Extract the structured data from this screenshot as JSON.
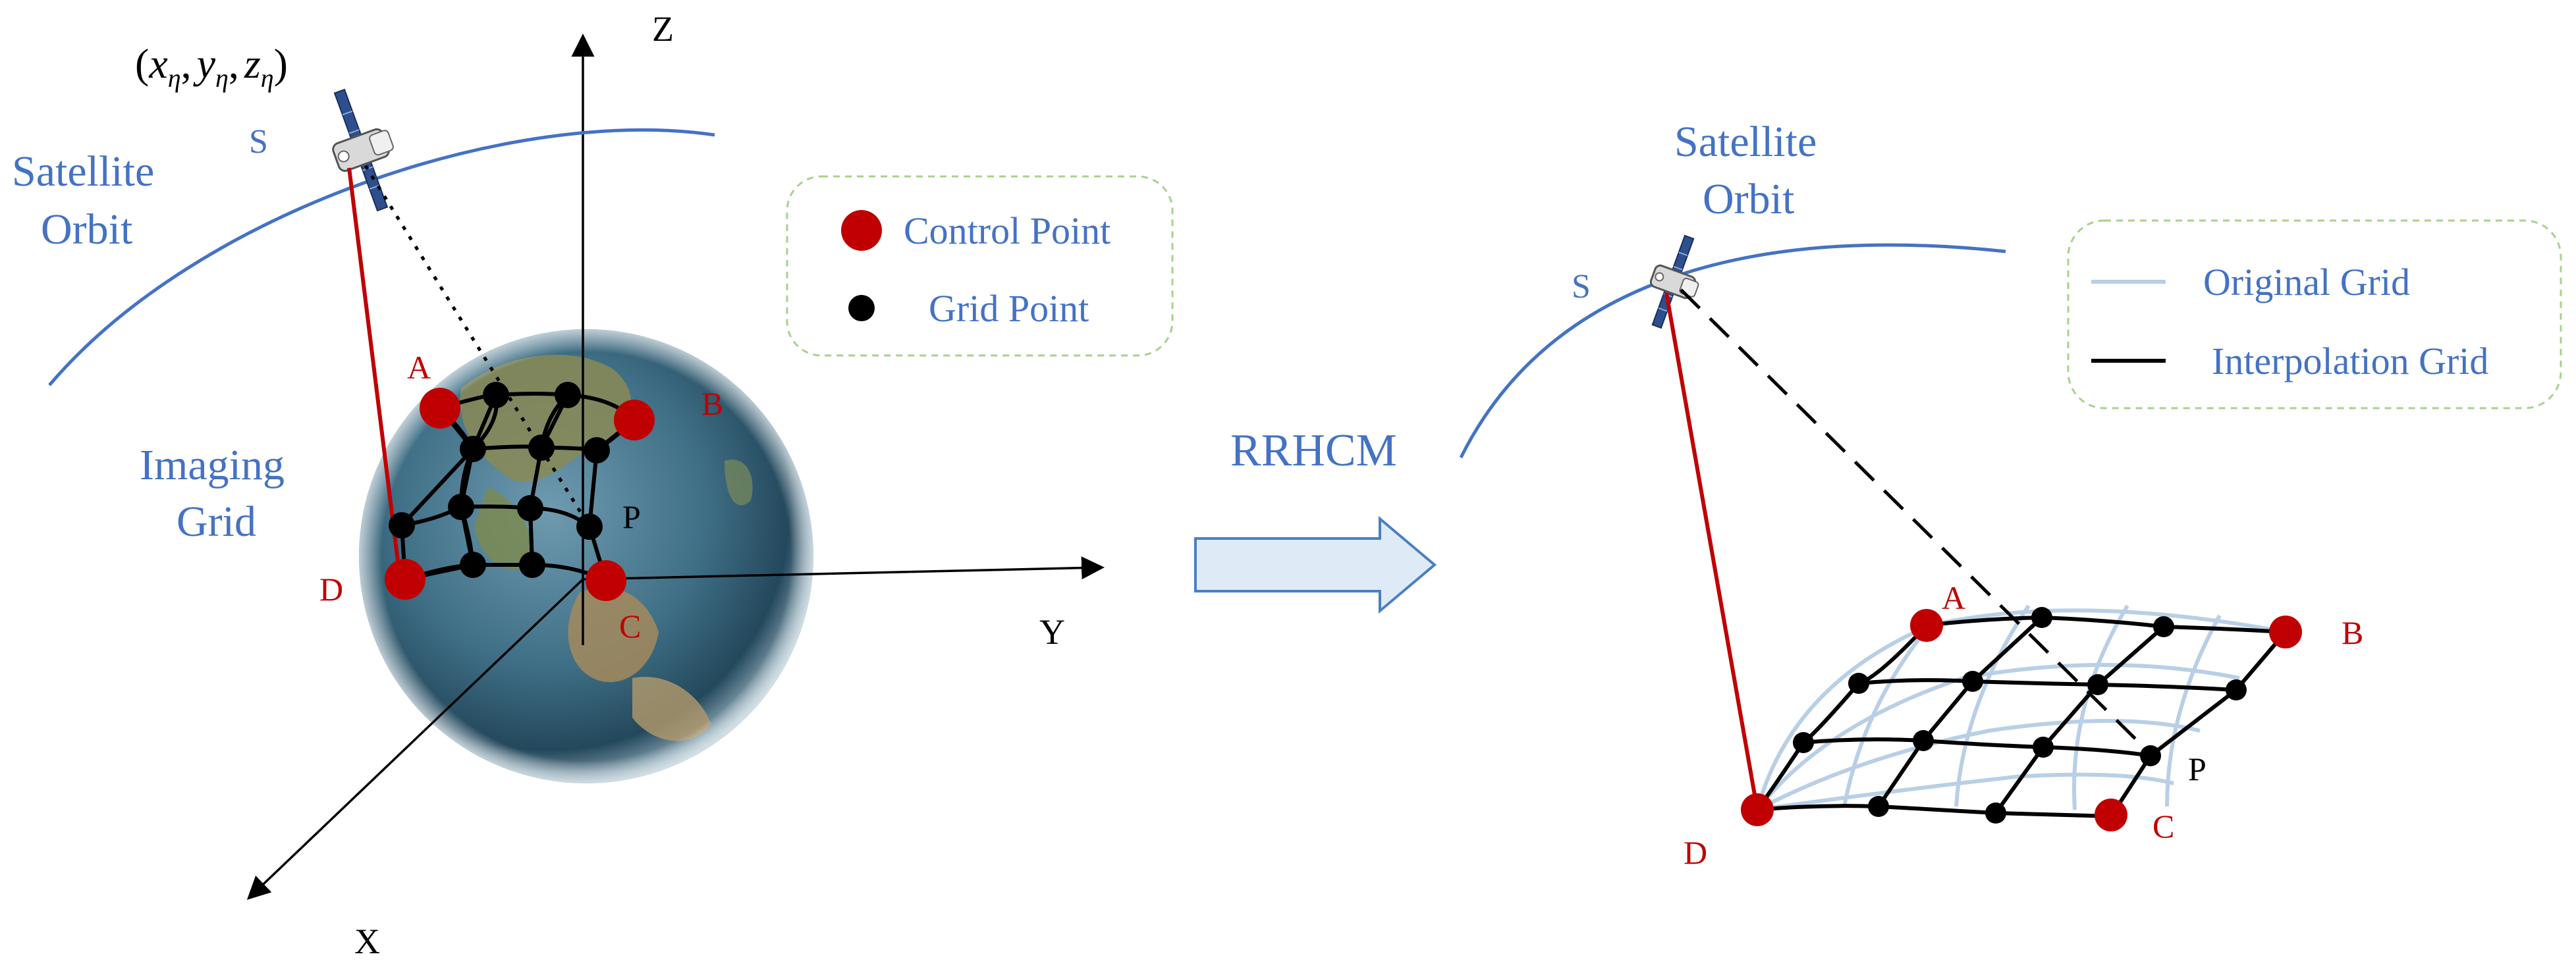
{
  "left_panel": {
    "axis_z": "Z",
    "axis_y": "Y",
    "axis_x": "X",
    "coord_open": "(",
    "coord_x": "x",
    "coord_y": "y",
    "coord_z": "z",
    "coord_sub": "η",
    "coord_comma": ",",
    "coord_close": ")",
    "sat_label": "S",
    "orbit_line1": "Satellite",
    "orbit_line2": "Orbit",
    "grid_line1": "Imaging",
    "grid_line2": "Grid",
    "point_a": "A",
    "point_b": "B",
    "point_c": "C",
    "point_d": "D",
    "point_p": "P",
    "legend": {
      "control_point": "Control Point",
      "grid_point": "Grid Point"
    }
  },
  "arrow_label": "RRHCM",
  "right_panel": {
    "orbit_line1": "Satellite",
    "orbit_line2": "Orbit",
    "sat_label": "S",
    "point_a": "A",
    "point_b": "B",
    "point_c": "C",
    "point_d": "D",
    "point_p": "P",
    "legend": {
      "original_grid": "Original Grid",
      "interpolation_grid": "Interpolation Grid"
    }
  },
  "colors": {
    "orbit_blue": "#4472c4",
    "control_red": "#c00000",
    "grid_light": "#b8cfe6",
    "legend_border": "#a9d18e",
    "arrow_fill": "#deebf7"
  },
  "icons": [
    "satellite-icon",
    "earth-globe"
  ]
}
